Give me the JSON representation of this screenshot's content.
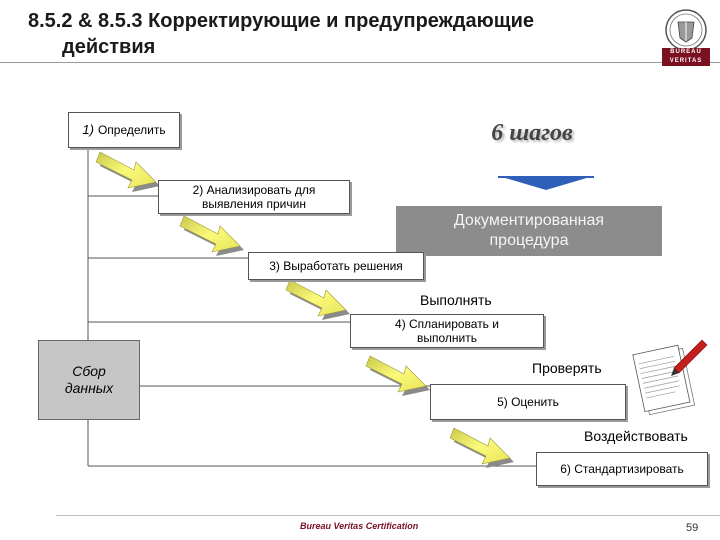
{
  "title": "8.5.2 & 8.5.3 Корректирующие и предупреждающие действия",
  "title_line1": "8.5.2 & 8.5.3 Корректирующие и предупреждающие",
  "title_line2": "действия",
  "logo": {
    "icon": "bureau-veritas-seal",
    "lines": [
      "BUREAU",
      "VERITAS"
    ]
  },
  "steps": [
    {
      "number": "1)",
      "label": "Определить"
    },
    {
      "label": "2) Анализировать для выявления причин",
      "line1": "2) Анализировать для",
      "line2": "выявления причин"
    },
    {
      "label": "3) Выработать решения"
    },
    {
      "label": "4) Спланировать и выполнить",
      "line1": "4) Спланировать и",
      "line2": "выполнить"
    },
    {
      "label": "5) Оценить"
    },
    {
      "label": "6) Стандартизировать"
    }
  ],
  "steps_title": "6 шагов",
  "documented_procedure": {
    "line1": "Документированная",
    "line2": "процедура"
  },
  "phases": {
    "do": "Выполнять",
    "check": "Проверять",
    "act": "Воздействовать"
  },
  "data_collection": {
    "line1": "Сбор",
    "line2": "данных"
  },
  "footer": {
    "text": "Bureau Veritas Certification",
    "page": "59"
  },
  "colors": {
    "arrow_yellow": "#f2f062",
    "arrow_blue": "#2f5fb8",
    "procedure_grey": "#8c8c8c",
    "brand": "#7a1020"
  }
}
